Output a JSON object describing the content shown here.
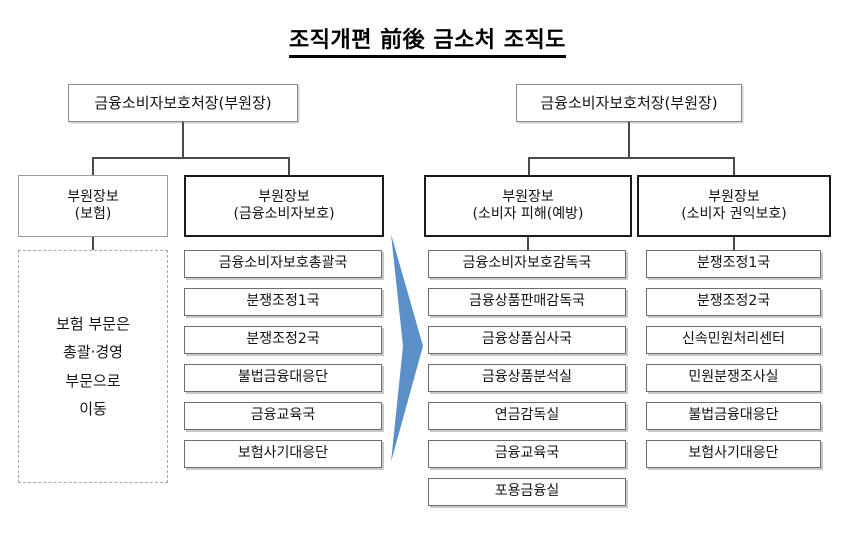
{
  "title": "조직개편 前後 금소처 조직도",
  "colors": {
    "arrow": "#5b8fc7",
    "box_border_gray": "#9a9a9a",
    "box_border_bold": "#1a1a1a",
    "text": "#141414"
  },
  "before": {
    "head": {
      "label": "금융소비자보호처장(부원장)"
    },
    "deputies": [
      {
        "line1": "부원장보",
        "line2": "(보험)",
        "emphasis": "normal"
      },
      {
        "line1": "부원장보",
        "line2": "(금융소비자보호)",
        "emphasis": "bold"
      }
    ],
    "note": {
      "lines": [
        "보험 부문은",
        "총괄·경영",
        "부문으로",
        "이동"
      ]
    },
    "units": [
      "금융소비자보호총괄국",
      "분쟁조정1국",
      "분쟁조정2국",
      "불법금융대응단",
      "금융교육국",
      "보험사기대응단"
    ]
  },
  "after": {
    "head": {
      "label": "금융소비자보호처장(부원장)"
    },
    "deputies": [
      {
        "line1": "부원장보",
        "line2": "(소비자 피해(예방)",
        "emphasis": "bold"
      },
      {
        "line1": "부원장보",
        "line2": "(소비자 권익보호)",
        "emphasis": "bold"
      }
    ],
    "columns": [
      {
        "units": [
          "금융소비자보호감독국",
          "금융상품판매감독국",
          "금융상품심사국",
          "금융상품분석실",
          "연금감독실",
          "금융교육국",
          "포용금융실"
        ]
      },
      {
        "units": [
          "분쟁조정1국",
          "분쟁조정2국",
          "신속민원처리센터",
          "민원분쟁조사실",
          "불법금융대응단",
          "보험사기대응단"
        ]
      }
    ]
  },
  "arrow": {
    "name": "transition-arrow"
  }
}
